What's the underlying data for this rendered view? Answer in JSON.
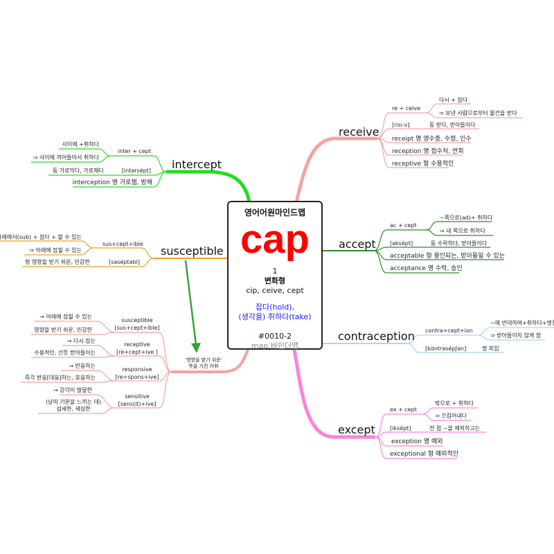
{
  "center": {
    "title": "영어어원마인드맵",
    "root": "cap",
    "number": "1",
    "variants_label": "변화형",
    "variants": "cip, ceive, cept",
    "meaning_1": "잡다(hold),",
    "meaning_2": "(생각을) 취하다(take)",
    "code": "#0010-2",
    "brand": "map.바인더맵"
  },
  "colors": {
    "receive": "#f4a3a3",
    "accept": "#2a8a2a",
    "contraception": "#a8d8e8",
    "except": "#ff80e0",
    "intercept": "#22dd22",
    "susceptible": "#f0a020",
    "group": "#f8a0a0",
    "arrow": "#3aa03a",
    "root": "#ff0000",
    "meaning": "#1a1aff"
  },
  "receive": {
    "label": "receive",
    "parts": "re + ceive",
    "parts_1": "다시 + 잡다",
    "parts_2": "⇒ 보낸 사람으로부터 물건을 받다",
    "pron": "[risi:v]",
    "pron_meaning": "동 받다, 받아들이다",
    "d1": "receipt 명 영수증, 수령, 인수",
    "d2": "reception 명 접수처, 연회",
    "d3": "receptive 형 수용적인"
  },
  "accept": {
    "label": "accept",
    "parts": "ac  +  cept",
    "parts_1": "~쪽으로(ad)+ 취하다",
    "parts_2": "⇒ 내 쪽으로 취하다",
    "pron": "[əksépt]",
    "pron_meaning": "동 수락하다, 받아들이다",
    "d1": "acceptable 형 용인되는, 받아들일 수 있는",
    "d2": "acceptance 명 수락, 승인"
  },
  "contraception": {
    "label": "contraception",
    "parts": "contra+cept+ion",
    "parts_1": "~에 반대하여+취하다+명접",
    "parts_2": "⇒ 받아들이지 않게 함",
    "pron": "[kɑ̀ntrəsépʃən]",
    "pron_meaning": "명 피임"
  },
  "except": {
    "label": "except",
    "parts": "ex + cept",
    "parts_1": "밖으로 + 취하다",
    "parts_2": "⇒ 끄집어내다",
    "pron": "[iksépt]",
    "pron_meaning": "전 접  ~을 제외하고는",
    "d1": "exception 명 예외",
    "d2": "exceptional 형 예외적인"
  },
  "intercept": {
    "label": "intercept",
    "parts": "inter + cept",
    "parts_1": "사이에  +취하다",
    "parts_2": "⇒ 사이에 끼어들어서 취하다",
    "pron": "[intərsépt]",
    "pron_meaning": "동 가로막다, 가로채다",
    "d1": "interception 명 가로챔, 방해"
  },
  "susceptible": {
    "label": "susceptible",
    "parts": "sus+cept+ible",
    "parts_1": "아래에서(sub) + 잡다  + 할 수 있는",
    "parts_2": "⇒ 아래에 잡힐 수 있는",
    "pron": "[səséptəbl]",
    "pron_meaning": "형  영향을 받기 쉬운, 민감한"
  },
  "group": {
    "label_1": "'영향을 받기 쉬운'",
    "label_2": "뜻을 가진 어휘",
    "items": [
      {
        "word": "susceptible",
        "parts": "[sus+cept+ible]",
        "m1": "→ 아래에 잡힐 수 있는",
        "m2": "영향을 받기 쉬운, 민감한"
      },
      {
        "word": "receptive",
        "parts": "[re+cept+ive ]",
        "m1": "→ 다시 잡는",
        "m2": "수용적인, 선뜻 받아들이는"
      },
      {
        "word": "responsive",
        "parts": "[re+spons+ive]",
        "m1": "→ 반응하는",
        "m2": "즉각 반응[대응]하는, 호응하는"
      },
      {
        "word": "sensitive",
        "parts": "[sens(it)+ive]",
        "m1": "→ 감각이 발달한",
        "m2": "(남의 기분을 느끼는 데)",
        "m3": "섬세한, 세심한"
      }
    ]
  }
}
